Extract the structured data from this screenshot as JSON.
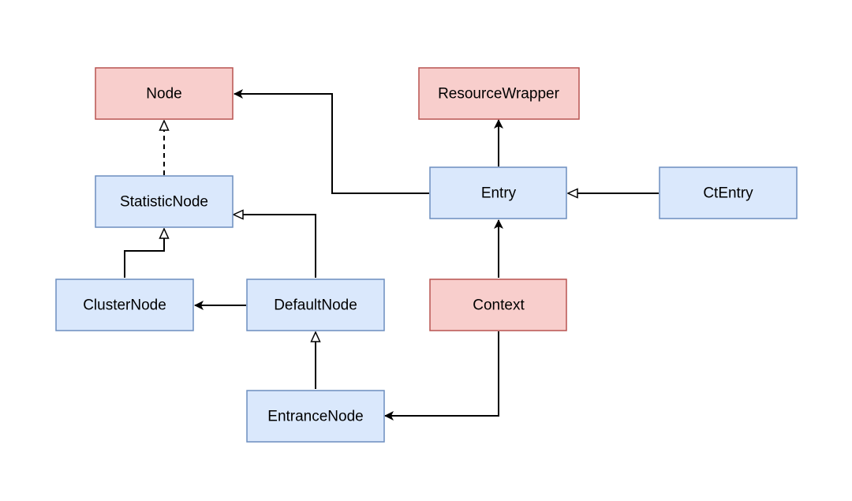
{
  "diagram": {
    "nodes": {
      "node": "Node",
      "resource_wrapper": "ResourceWrapper",
      "statistic_node": "StatisticNode",
      "entry": "Entry",
      "ct_entry": "CtEntry",
      "cluster_node": "ClusterNode",
      "default_node": "DefaultNode",
      "context": "Context",
      "entrance_node": "EntranceNode"
    },
    "edges": [
      {
        "from": "StatisticNode",
        "to": "Node",
        "type": "realization"
      },
      {
        "from": "ClusterNode",
        "to": "StatisticNode",
        "type": "inheritance"
      },
      {
        "from": "DefaultNode",
        "to": "StatisticNode",
        "type": "inheritance"
      },
      {
        "from": "DefaultNode",
        "to": "ClusterNode",
        "type": "association"
      },
      {
        "from": "EntranceNode",
        "to": "DefaultNode",
        "type": "inheritance"
      },
      {
        "from": "Context",
        "to": "EntranceNode",
        "type": "association"
      },
      {
        "from": "Context",
        "to": "Entry",
        "type": "association"
      },
      {
        "from": "Entry",
        "to": "ResourceWrapper",
        "type": "association"
      },
      {
        "from": "Entry",
        "to": "Node",
        "type": "association"
      },
      {
        "from": "CtEntry",
        "to": "Entry",
        "type": "inheritance"
      }
    ],
    "colors": {
      "red_fill": "#f8cecc",
      "red_stroke": "#b85450",
      "blue_fill": "#dae8fc",
      "blue_stroke": "#6c8ebf",
      "line": "#000000"
    }
  }
}
